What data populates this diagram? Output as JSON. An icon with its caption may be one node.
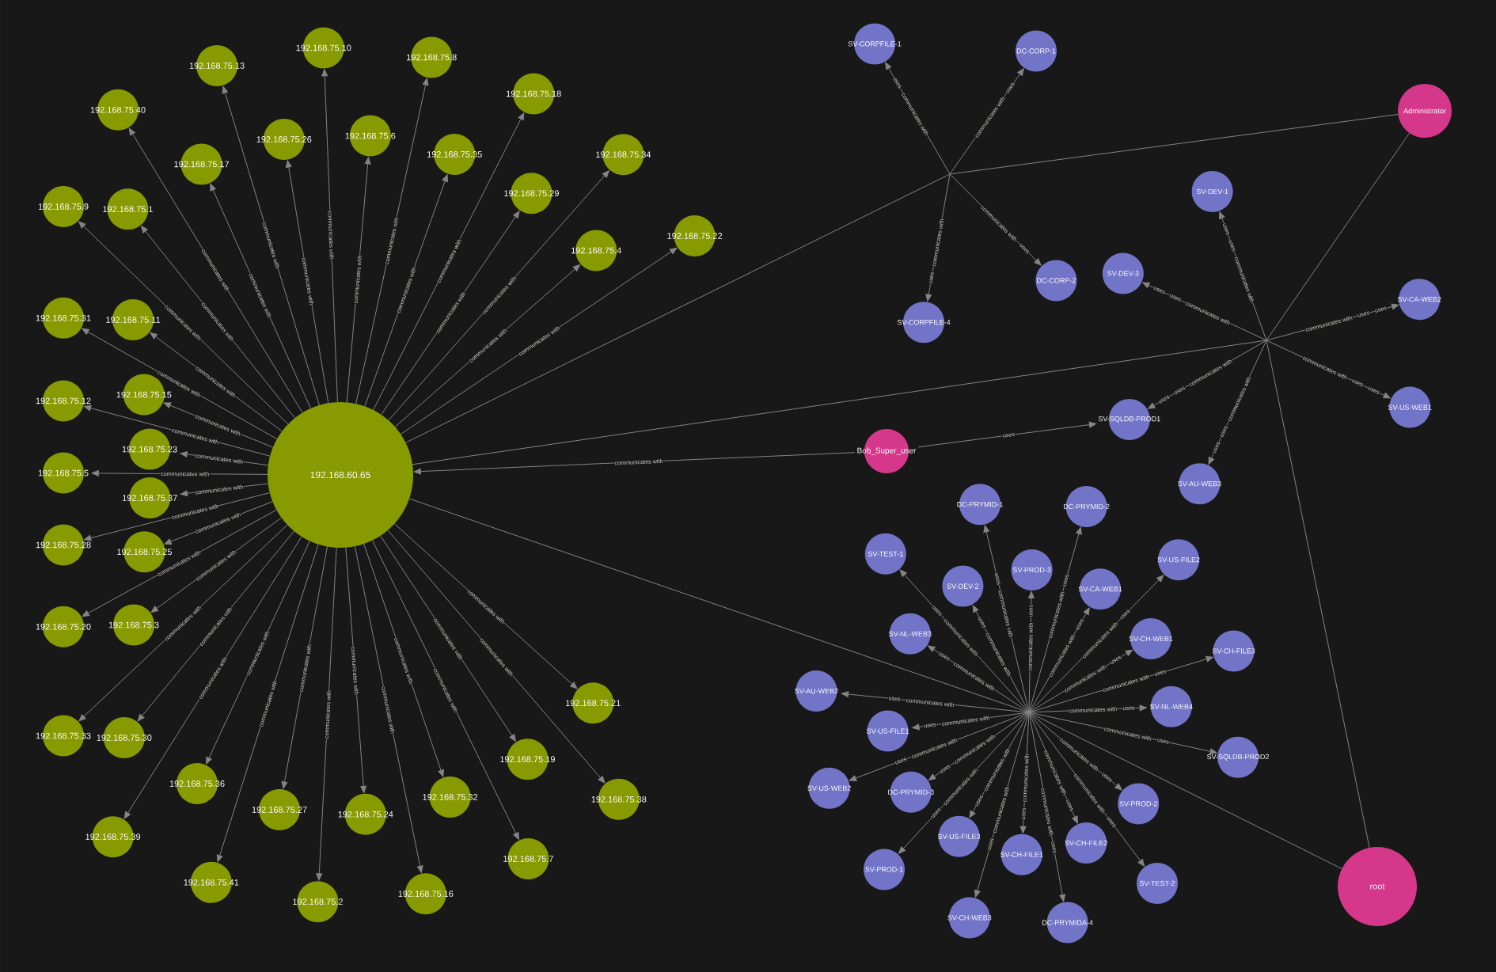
{
  "diagram": {
    "nodes": [
      {
        "text": [
          "192.168.60.65"
        ]
      },
      {
        "text": [
          "192.168.75.28"
        ]
      },
      {
        "text": [
          "192.168.75.23"
        ]
      },
      {
        "text": [
          "192.168.75.37"
        ]
      },
      {
        "text": [
          "192.168.75.31"
        ]
      },
      {
        "text": [
          "192.168.75.3"
        ]
      },
      {
        "text": [
          "192.168.75.15"
        ]
      },
      {
        "text": [
          "192.168.75.9"
        ]
      },
      {
        "text": [
          "192.168.75.25"
        ]
      },
      {
        "text": [
          "192.168.75.12"
        ]
      },
      {
        "text": [
          "192.168.75.33"
        ]
      },
      {
        "text": [
          "192.168.75.40"
        ]
      },
      {
        "text": [
          "192.168.75.20"
        ]
      },
      {
        "text": [
          "192.168.75.5"
        ]
      },
      {
        "text": [
          "192.168.75.1"
        ]
      },
      {
        "text": [
          "192.168.75.13"
        ]
      },
      {
        "text": [
          "192.168.75.11"
        ]
      },
      {
        "text": [
          "192.168.75.26"
        ]
      },
      {
        "text": [
          "192.168.75.17"
        ]
      },
      {
        "text": [
          "192.168.75.10"
        ]
      },
      {
        "text": [
          "192.168.75.6"
        ]
      },
      {
        "text": [
          "192.168.75.35"
        ]
      },
      {
        "text": [
          "192.168.75.18"
        ]
      },
      {
        "text": [
          "192.168.75.8"
        ]
      },
      {
        "text": [
          "192.168.75.29"
        ]
      },
      {
        "text": [
          "192.168.75.34"
        ]
      },
      {
        "text": [
          "192.168.75.4"
        ]
      },
      {
        "text": [
          "192.168.75.22"
        ]
      },
      {
        "text": [
          "192.168.75.21"
        ]
      },
      {
        "text": [
          "192.168.75.38"
        ]
      },
      {
        "text": [
          "192.168.75.7"
        ]
      },
      {
        "text": [
          "192.168.75.19"
        ]
      },
      {
        "text": [
          "192.168.75.16"
        ]
      },
      {
        "text": [
          "192.168.75.32"
        ]
      },
      {
        "text": [
          "192.168.75.24"
        ]
      },
      {
        "text": [
          "192.168.75.2"
        ]
      },
      {
        "text": [
          "192.168.75.27"
        ]
      },
      {
        "text": [
          "192.168.75.41"
        ]
      },
      {
        "text": [
          "192.168.75.39"
        ]
      },
      {
        "text": [
          "192.168.75.30"
        ]
      },
      {
        "text": [
          "192.168.75.36"
        ]
      },
      {
        "text": [
          "Administrator"
        ]
      },
      {
        "text": [
          "SV-CORPFILE-1"
        ]
      },
      {
        "text": [
          "DC-CORP-1"
        ]
      },
      {
        "text": [
          "SV-CORPFILE-4"
        ]
      },
      {
        "text": [
          "DC-CORP-2"
        ]
      },
      {
        "text": [
          "SV-SQLDB-PROD1"
        ]
      },
      {
        "text": [
          "SV-DEV-1"
        ]
      },
      {
        "text": [
          "SV-DEV-3"
        ]
      },
      {
        "text": [
          "SV-CA-WEB2"
        ]
      },
      {
        "text": [
          "SV-US-WEB1"
        ]
      },
      {
        "text": [
          "SV-AU-WEB3"
        ]
      },
      {
        "text": [
          "Bob_Super_user"
        ]
      },
      {
        "text": [
          "DC-PRYMID-1"
        ]
      },
      {
        "text": [
          "DC-PRYMID-2"
        ]
      },
      {
        "text": [
          "SV-US-FILE2"
        ]
      },
      {
        "text": [
          "SV-TEST-1"
        ]
      },
      {
        "text": [
          "SV-PROD-3"
        ]
      },
      {
        "text": [
          "SV-CA-WEB1"
        ]
      },
      {
        "text": [
          "SV-CH-FILE3"
        ]
      },
      {
        "text": [
          "SV-NL-WEB3"
        ]
      },
      {
        "text": [
          "SV-DEV-2"
        ]
      },
      {
        "text": [
          "SV-CH-WEB1"
        ]
      },
      {
        "text": [
          "SV-NL-WEB4"
        ]
      },
      {
        "text": [
          "SV-AU-WEB2"
        ]
      },
      {
        "text": [
          "SV-CH-FILE1"
        ]
      },
      {
        "text": [
          "SV-PROD-2"
        ]
      },
      {
        "text": [
          "SV-SQLDB-PROD2"
        ]
      },
      {
        "text": [
          "SV-US-FILE3"
        ]
      },
      {
        "text": [
          "SV-CH-FILE2"
        ]
      },
      {
        "text": [
          "SV-TEST-2"
        ]
      },
      {
        "text": [
          "SV-US-FILE1"
        ]
      },
      {
        "text": [
          "DC-PRYMID-3"
        ]
      },
      {
        "text": [
          "DC-PRYMIDA-4"
        ]
      },
      {
        "text": [
          "SV-US-WEB2"
        ]
      },
      {
        "text": [
          "SV-CH-WEB3"
        ]
      },
      {
        "text": [
          "SV-PROD-1"
        ]
      },
      {
        "text": [
          "root"
        ]
      }
    ],
    "edges": [
      {
        "from": 0,
        "to": 1,
        "arrow": "to",
        "label": "communicates with"
      },
      {
        "from": 0,
        "to": 2,
        "arrow": "to",
        "label": "communicates with"
      },
      {
        "from": 0,
        "to": 3,
        "arrow": "to",
        "label": "communicates with"
      },
      {
        "from": 0,
        "to": 4,
        "arrow": "to",
        "label": "communicates with"
      },
      {
        "from": 0,
        "to": 5,
        "arrow": "to",
        "label": "communicates with"
      },
      {
        "from": 0,
        "to": 6,
        "arrow": "to",
        "label": "communicates with"
      },
      {
        "from": 0,
        "to": 7,
        "arrow": "to",
        "label": "communicates with"
      },
      {
        "from": 0,
        "to": 8,
        "arrow": "to",
        "label": "communicates with"
      },
      {
        "from": 0,
        "to": 9,
        "arrow": "to",
        "label": "communicates with"
      },
      {
        "from": 0,
        "to": 10,
        "arrow": "to",
        "label": "communicates with"
      },
      {
        "from": 0,
        "to": 11,
        "arrow": "to",
        "label": "communicates with"
      },
      {
        "from": 0,
        "to": 12,
        "arrow": "to",
        "label": "communicates with"
      },
      {
        "from": 0,
        "to": 13,
        "arrow": "to",
        "label": "communicates with"
      },
      {
        "from": 0,
        "to": 14,
        "arrow": "to",
        "label": "communicates with"
      },
      {
        "from": 0,
        "to": 15,
        "arrow": "to",
        "label": "communicates with"
      },
      {
        "from": 0,
        "to": 16,
        "arrow": "to",
        "label": "communicates with"
      },
      {
        "from": 0,
        "to": 17,
        "arrow": "to",
        "label": "communicates with"
      },
      {
        "from": 0,
        "to": 18,
        "arrow": "to",
        "label": "communicates with"
      },
      {
        "from": 0,
        "to": 19,
        "arrow": "to",
        "label": "communicates with"
      },
      {
        "from": 0,
        "to": 20,
        "arrow": "to",
        "label": "communicates with"
      },
      {
        "from": 0,
        "to": 21,
        "arrow": "to",
        "label": "communicates with"
      },
      {
        "from": 0,
        "to": 22,
        "arrow": "to",
        "label": "communicates with"
      },
      {
        "from": 0,
        "to": 23,
        "arrow": "to",
        "label": "communicates with"
      },
      {
        "from": 0,
        "to": 24,
        "arrow": "to",
        "label": "communicates with"
      },
      {
        "from": 0,
        "to": 25,
        "arrow": "to",
        "label": "communicates with"
      },
      {
        "from": 0,
        "to": 26,
        "arrow": "to",
        "label": "communicates with"
      },
      {
        "from": 0,
        "to": 27,
        "arrow": "to",
        "label": "communicates with"
      },
      {
        "from": 0,
        "to": 28,
        "arrow": "to",
        "label": "communicates with"
      },
      {
        "from": 0,
        "to": 29,
        "arrow": "to",
        "label": "communicates with"
      },
      {
        "from": 0,
        "to": 30,
        "arrow": "to",
        "label": "communicates with"
      },
      {
        "from": 0,
        "to": 31,
        "arrow": "to",
        "label": "communicates with"
      },
      {
        "from": 0,
        "to": 32,
        "arrow": "to",
        "label": "communicates with"
      },
      {
        "from": 0,
        "to": 33,
        "arrow": "to",
        "label": "communicates with"
      },
      {
        "from": 0,
        "to": 34,
        "arrow": "to",
        "label": "communicates with"
      },
      {
        "from": 0,
        "to": 35,
        "arrow": "to",
        "label": "communicates with"
      },
      {
        "from": 0,
        "to": 36,
        "arrow": "to",
        "label": "communicates with"
      },
      {
        "from": 0,
        "to": 37,
        "arrow": "to",
        "label": "communicates with"
      },
      {
        "from": 0,
        "to": 38,
        "arrow": "to",
        "label": "communicates with"
      },
      {
        "from": 0,
        "to": 39,
        "arrow": "to",
        "label": "communicates with"
      },
      {
        "from": 0,
        "to": 40,
        "arrow": "to",
        "label": "communicates with"
      },
      {
        "from": 0,
        "to": 42,
        "arrow": "to",
        "label": "communicates with"
      },
      {
        "from": 0,
        "to": 43,
        "arrow": "to",
        "label": "communicates with"
      },
      {
        "from": 0,
        "to": 44,
        "arrow": "to",
        "label": "communicates with"
      },
      {
        "from": 0,
        "to": 45,
        "arrow": "to",
        "label": "communicates with"
      },
      {
        "from": 0,
        "to": 46,
        "arrow": "to",
        "label": "communicates with"
      },
      {
        "from": 0,
        "to": 47,
        "arrow": "to",
        "label": "communicates with"
      },
      {
        "from": 0,
        "to": 48,
        "arrow": "to",
        "label": "communicates with"
      },
      {
        "from": 0,
        "to": 49,
        "arrow": "to",
        "label": "communicates with"
      },
      {
        "from": 0,
        "to": 50,
        "arrow": "to",
        "label": "communicates with"
      },
      {
        "from": 0,
        "to": 51,
        "arrow": "to",
        "label": "communicates with"
      },
      {
        "from": 0,
        "to": 53,
        "arrow": "to",
        "label": "communicates with"
      },
      {
        "from": 0,
        "to": 54,
        "arrow": "to",
        "label": "communicates with"
      },
      {
        "from": 0,
        "to": 55,
        "arrow": "to",
        "label": "communicates with"
      },
      {
        "from": 0,
        "to": 56,
        "arrow": "to",
        "label": "communicates with"
      },
      {
        "from": 0,
        "to": 57,
        "arrow": "to",
        "label": "communicates with"
      },
      {
        "from": 0,
        "to": 58,
        "arrow": "to",
        "label": "communicates with"
      },
      {
        "from": 0,
        "to": 59,
        "arrow": "to",
        "label": "communicates with"
      },
      {
        "from": 0,
        "to": 60,
        "arrow": "to",
        "label": "communicates with"
      },
      {
        "from": 0,
        "to": 61,
        "arrow": "to",
        "label": "communicates with"
      },
      {
        "from": 0,
        "to": 62,
        "arrow": "to",
        "label": "communicates with"
      },
      {
        "from": 0,
        "to": 63,
        "arrow": "to",
        "label": "communicates with"
      },
      {
        "from": 0,
        "to": 64,
        "arrow": "to",
        "label": "communicates with"
      },
      {
        "from": 0,
        "to": 65,
        "arrow": "to",
        "label": "communicates with"
      },
      {
        "from": 0,
        "to": 66,
        "arrow": "to",
        "label": "communicates with"
      },
      {
        "from": 0,
        "to": 67,
        "arrow": "to",
        "label": "communicates with"
      },
      {
        "from": 0,
        "to": 68,
        "arrow": "to",
        "label": "communicates with"
      },
      {
        "from": 0,
        "to": 69,
        "arrow": "to",
        "label": "communicates with"
      },
      {
        "from": 0,
        "to": 70,
        "arrow": "to",
        "label": "communicates with"
      },
      {
        "from": 0,
        "to": 71,
        "arrow": "to",
        "label": "communicates with"
      },
      {
        "from": 0,
        "to": 72,
        "arrow": "to",
        "label": "communicates with"
      },
      {
        "from": 0,
        "to": 73,
        "arrow": "to",
        "label": "communicates with"
      },
      {
        "from": 0,
        "to": 74,
        "arrow": "to",
        "label": "communicates with"
      },
      {
        "from": 0,
        "to": 75,
        "arrow": "to",
        "label": "communicates with"
      },
      {
        "from": 0,
        "to": 76,
        "arrow": "to",
        "label": "communicates with"
      },
      {
        "from": 52,
        "to": 0,
        "arrow": "to",
        "label": "communicates with"
      },
      {
        "from": 41,
        "to": 42,
        "arrow": "to",
        "label": "uses"
      },
      {
        "from": 41,
        "to": 43,
        "arrow": "to",
        "label": "uses"
      },
      {
        "from": 41,
        "to": 44,
        "arrow": "to",
        "label": "uses"
      },
      {
        "from": 41,
        "to": 45,
        "arrow": "to",
        "label": "uses"
      },
      {
        "from": 41,
        "to": 46,
        "arrow": "to",
        "label": "uses"
      },
      {
        "from": 41,
        "to": 47,
        "arrow": "to",
        "label": "uses"
      },
      {
        "from": 41,
        "to": 48,
        "arrow": "to",
        "label": "uses"
      },
      {
        "from": 41,
        "to": 49,
        "arrow": "to",
        "label": "uses"
      },
      {
        "from": 41,
        "to": 50,
        "arrow": "to",
        "label": "uses"
      },
      {
        "from": 41,
        "to": 51,
        "arrow": "to",
        "label": "uses"
      },
      {
        "from": 52,
        "to": 46,
        "arrow": "to",
        "label": "uses"
      },
      {
        "from": 77,
        "to": 46,
        "arrow": "to",
        "label": "uses"
      },
      {
        "from": 77,
        "to": 47,
        "arrow": "to",
        "label": "uses"
      },
      {
        "from": 77,
        "to": 48,
        "arrow": "to",
        "label": "uses"
      },
      {
        "from": 77,
        "to": 49,
        "arrow": "to",
        "label": "uses"
      },
      {
        "from": 77,
        "to": 50,
        "arrow": "to",
        "label": "uses"
      },
      {
        "from": 77,
        "to": 51,
        "arrow": "to",
        "label": "uses"
      },
      {
        "from": 77,
        "to": 53,
        "arrow": "to",
        "label": "uses"
      },
      {
        "from": 77,
        "to": 54,
        "arrow": "to",
        "label": "uses"
      },
      {
        "from": 77,
        "to": 55,
        "arrow": "to",
        "label": "uses"
      },
      {
        "from": 77,
        "to": 56,
        "arrow": "to",
        "label": "uses"
      },
      {
        "from": 77,
        "to": 57,
        "arrow": "to",
        "label": "uses"
      },
      {
        "from": 77,
        "to": 58,
        "arrow": "to",
        "label": "uses"
      },
      {
        "from": 77,
        "to": 59,
        "arrow": "to",
        "label": "uses"
      },
      {
        "from": 77,
        "to": 60,
        "arrow": "to",
        "label": "uses"
      },
      {
        "from": 77,
        "to": 61,
        "arrow": "to",
        "label": "uses"
      },
      {
        "from": 77,
        "to": 62,
        "arrow": "to",
        "label": "uses"
      },
      {
        "from": 77,
        "to": 63,
        "arrow": "to",
        "label": "uses"
      },
      {
        "from": 77,
        "to": 64,
        "arrow": "to",
        "label": "uses"
      },
      {
        "from": 77,
        "to": 65,
        "arrow": "to",
        "label": "uses"
      },
      {
        "from": 77,
        "to": 66,
        "arrow": "to",
        "label": "uses"
      },
      {
        "from": 77,
        "to": 67,
        "arrow": "to",
        "label": "uses"
      },
      {
        "from": 77,
        "to": 68,
        "arrow": "to",
        "label": "uses"
      },
      {
        "from": 77,
        "to": 69,
        "arrow": "to",
        "label": "uses"
      },
      {
        "from": 77,
        "to": 70,
        "arrow": "to",
        "label": "uses"
      },
      {
        "from": 77,
        "to": 71,
        "arrow": "to",
        "label": "uses"
      },
      {
        "from": 77,
        "to": 72,
        "arrow": "to",
        "label": "uses"
      },
      {
        "from": 77,
        "to": 73,
        "arrow": "to",
        "label": "uses"
      },
      {
        "from": 77,
        "to": 74,
        "arrow": "to",
        "label": "uses"
      },
      {
        "from": 77,
        "to": 75,
        "arrow": "to",
        "label": "uses"
      },
      {
        "from": 77,
        "to": 76,
        "arrow": "to",
        "label": "uses"
      }
    ]
  }
}
